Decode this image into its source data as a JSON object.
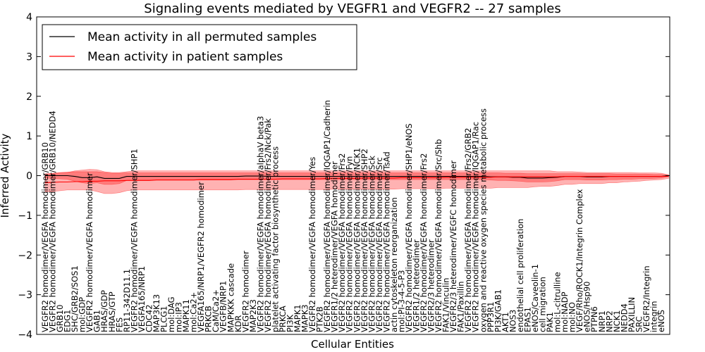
{
  "chart_data": {
    "type": "line",
    "title": "Signaling events mediated by VEGFR1 and VEGFR2 -- 27 samples",
    "xlabel": "Cellular Entities",
    "ylabel": "Inferred Activity",
    "ylim": [
      -4,
      4
    ],
    "yticks": [
      -4,
      -3,
      -2,
      -1,
      0,
      1,
      2,
      3,
      4
    ],
    "grid": false,
    "legend_position": "top-left",
    "legend": [
      {
        "label": "Mean activity in all permuted samples",
        "color": "#000000"
      },
      {
        "label": "Mean activity in patient samples",
        "color": "#ff0000"
      }
    ],
    "categories": [
      "VEGFR2 homodimer/VEGFA homodimer/GRB10",
      "VEGFR2 homodimer/VEGFA homodimer/GRB10/NEDD4",
      "GRB10",
      "EDG1",
      "SHC/GRB2/SOS1",
      "mol:GDP",
      "VEGFR2 homodimer/VEGFA homodimer",
      "GAB1",
      "HRAS/GDP",
      "HRAS/GTP",
      "FES",
      "RP11-342D11.1",
      "VEGFR2 homodimer/VEGFA homodimer/SHP1",
      "VEGFA165/NRP1",
      "CDC42",
      "MAP3K13",
      "PLCG1",
      "mol:DAG",
      "mol:IP3",
      "MAPK11",
      "mol:Ca2+",
      "VEGFA165/NRP1/VEGFR2 homodimer",
      "PRKCB",
      "CaM/Ca2+",
      "VEGFB/NRP1",
      "MAPKKK cascade",
      "KDR",
      "VEGFR2 homodimer",
      "MAP2K3",
      "VEGFR2 homodimer/VEGFA homodimer/alphaV beta3",
      "VEGFR2 homodimer/VEGFA homodimer/Frs2/Nck/Pak",
      "platelet activating factor biosynthetic process",
      "PRKCA",
      "PI3K",
      "MAPK1",
      "MAPK3",
      "VEGFR2 homodimer/VEGFA homodimer/Yes",
      "PTK2B",
      "VEGFR2 homodimer/VEGFA homodimer/IQGAP1/Cadherin",
      "VEGFR1/2 heterodimer/VEGFA homodimer",
      "VEGFR2 homodimer/VEGFA homodimer/Frs2",
      "VEGFR2 homodimer/VEGFA homodimer/Fyn",
      "VEGFR2 homodimer/VEGFA homodimer/NCK1",
      "VEGFR2 homodimer/VEGFA homodimer/SHP2",
      "VEGFR2 homodimer/VEGFA homodimer/Sck",
      "VEGFR2 homodimer/VEGFA homodimer/Src",
      "VEGFR2 homodimer/VEGFA homodimer/TsAd",
      "actin cytoskeleton reorganization",
      "mol:PI-3-4-5-P3",
      "VEGFR2 homodimer/VEGFA homodimer/SHP1/eNOS",
      "VEGFR1/2 heterodimer",
      "VEGFR2 homodimer/VEGFA homodimer/Frs2",
      "VEGFR2/3 heterodimer",
      "VEGFR2 homodimer/VEGFA homodimer/Src/Shb",
      "FAK1/Vinculin",
      "VEGFR2/3 heterodimer/VEGFC homodimer",
      "FAK1/Paxillin",
      "VEGFR2 homodimer/VEGFA homodimer/Frs2/GRB2",
      "VEGFR2 homodimer/VEGFA homodimer/IQGAP1/Rac",
      "oxygen and reactive oxygen species metabolic process",
      "PPP3R1",
      "PI3K/GAB1",
      "AKT1",
      "NOS3",
      "endothelial cell proliferation",
      "EPAS1",
      "eNOS/Caveolin-1",
      "cell migration",
      "PAK1",
      "mol:L-citrulline",
      "mol:NADP",
      "mol:NO",
      "VEGF/Rho/ROCK1/Integrin Complex",
      "eNOS/Hsp90",
      "PTPN6",
      "NRP1",
      "NRP2",
      "NCK1",
      "NEDD4",
      "PAXILLIN",
      "SRC",
      "VEGFR2/Integrin",
      "integrin",
      "eNOS"
    ],
    "series": [
      {
        "name": "Mean activity in all permuted samples",
        "color": "#000000",
        "values": [
          0.0,
          0.0,
          0.0,
          0.0,
          -0.02,
          -0.05,
          -0.05,
          -0.03,
          -0.07,
          -0.07,
          -0.07,
          -0.02,
          -0.02,
          -0.02,
          -0.02,
          -0.02,
          -0.02,
          -0.02,
          -0.02,
          -0.02,
          -0.02,
          -0.02,
          -0.02,
          -0.02,
          -0.02,
          -0.02,
          -0.02,
          -0.01,
          -0.01,
          -0.01,
          -0.02,
          -0.02,
          -0.02,
          -0.02,
          -0.02,
          -0.02,
          -0.02,
          -0.02,
          -0.02,
          -0.02,
          -0.02,
          -0.02,
          -0.02,
          -0.02,
          -0.02,
          -0.02,
          -0.02,
          -0.02,
          -0.02,
          -0.02,
          -0.02,
          -0.02,
          -0.02,
          -0.02,
          -0.02,
          -0.02,
          -0.02,
          -0.02,
          -0.02,
          -0.02,
          -0.03,
          -0.03,
          -0.03,
          -0.04,
          -0.04,
          -0.06,
          -0.06,
          -0.06,
          -0.05,
          -0.04,
          -0.02,
          -0.02,
          -0.02,
          -0.03,
          -0.03,
          -0.03,
          -0.02,
          -0.02,
          -0.02,
          -0.02,
          -0.02,
          -0.02,
          -0.02,
          -0.02,
          0.0
        ]
      },
      {
        "name": "Mean activity in patient samples",
        "color": "#ff0000",
        "values": [
          -0.18,
          -0.17,
          -0.16,
          -0.16,
          -0.15,
          -0.15,
          -0.14,
          -0.14,
          -0.13,
          -0.13,
          -0.13,
          -0.12,
          -0.12,
          -0.12,
          -0.12,
          -0.11,
          -0.11,
          -0.11,
          -0.11,
          -0.11,
          -0.11,
          -0.1,
          -0.1,
          -0.1,
          -0.1,
          -0.1,
          -0.09,
          -0.09,
          -0.09,
          -0.09,
          -0.09,
          -0.09,
          -0.08,
          -0.08,
          -0.08,
          -0.08,
          -0.08,
          -0.08,
          -0.07,
          -0.07,
          -0.07,
          -0.07,
          -0.07,
          -0.06,
          -0.06,
          -0.06,
          -0.06,
          -0.06,
          -0.05,
          -0.05,
          -0.05,
          -0.05,
          -0.05,
          -0.05,
          -0.04,
          -0.04,
          -0.04,
          -0.04,
          -0.04,
          -0.04,
          -0.04,
          -0.03,
          -0.03,
          -0.03,
          -0.03,
          -0.03,
          -0.03,
          -0.03,
          -0.03,
          -0.03,
          -0.02,
          -0.02,
          -0.02,
          -0.02,
          -0.02,
          -0.02,
          -0.02,
          -0.02,
          -0.02,
          -0.02,
          -0.02,
          -0.02,
          -0.02,
          -0.02,
          -0.02
        ]
      }
    ],
    "bands": [
      {
        "color": "#ff0000",
        "opacity": 0.3,
        "upper": [
          0.03,
          0.05,
          0.07,
          0.08,
          0.12,
          0.14,
          0.16,
          0.15,
          0.1,
          0.08,
          0.08,
          0.1,
          0.12,
          0.12,
          0.12,
          0.12,
          0.12,
          0.12,
          0.12,
          0.12,
          0.12,
          0.12,
          0.12,
          0.12,
          0.12,
          0.12,
          0.12,
          0.12,
          0.12,
          0.12,
          0.12,
          0.12,
          0.12,
          0.12,
          0.12,
          0.12,
          0.12,
          0.12,
          0.12,
          0.12,
          0.12,
          0.12,
          0.12,
          0.12,
          0.12,
          0.12,
          0.12,
          0.12,
          0.12,
          0.12,
          0.12,
          0.12,
          0.12,
          0.12,
          0.12,
          0.12,
          0.12,
          0.12,
          0.12,
          0.12,
          0.12,
          0.12,
          0.12,
          0.12,
          0.12,
          0.12,
          0.12,
          0.12,
          0.12,
          0.1,
          0.1,
          0.1,
          0.09,
          0.08,
          0.08,
          0.08,
          0.08,
          0.08,
          0.08,
          0.08,
          0.07,
          0.07,
          0.07,
          0.06,
          0.02
        ],
        "lower": [
          -0.4,
          -0.4,
          -0.38,
          -0.36,
          -0.36,
          -0.36,
          -0.36,
          -0.4,
          -0.45,
          -0.45,
          -0.43,
          -0.38,
          -0.36,
          -0.36,
          -0.36,
          -0.36,
          -0.36,
          -0.36,
          -0.36,
          -0.36,
          -0.36,
          -0.36,
          -0.36,
          -0.36,
          -0.36,
          -0.36,
          -0.36,
          -0.35,
          -0.35,
          -0.35,
          -0.35,
          -0.35,
          -0.35,
          -0.35,
          -0.35,
          -0.35,
          -0.35,
          -0.35,
          -0.35,
          -0.34,
          -0.34,
          -0.34,
          -0.34,
          -0.34,
          -0.34,
          -0.34,
          -0.34,
          -0.34,
          -0.33,
          -0.33,
          -0.33,
          -0.33,
          -0.33,
          -0.33,
          -0.32,
          -0.32,
          -0.32,
          -0.32,
          -0.32,
          -0.32,
          -0.32,
          -0.3,
          -0.3,
          -0.3,
          -0.3,
          -0.3,
          -0.28,
          -0.27,
          -0.27,
          -0.25,
          -0.22,
          -0.22,
          -0.2,
          -0.2,
          -0.2,
          -0.2,
          -0.18,
          -0.18,
          -0.16,
          -0.15,
          -0.14,
          -0.12,
          -0.11,
          -0.1,
          -0.07
        ]
      },
      {
        "color": "#ff0000",
        "opacity": 0.3,
        "upper": [
          0.05,
          0.06,
          0.08,
          0.09,
          0.1,
          0.1,
          0.1,
          0.1,
          0.08,
          0.06,
          0.06,
          0.07,
          0.07,
          0.07,
          0.07,
          0.07,
          0.07,
          0.07,
          0.07,
          0.07,
          0.07,
          0.07,
          0.07,
          0.07,
          0.07,
          0.07,
          0.07,
          0.07,
          0.07,
          0.07,
          0.07,
          0.07,
          0.07,
          0.07,
          0.07,
          0.07,
          0.07,
          0.07,
          0.07,
          0.07,
          0.07,
          0.07,
          0.07,
          0.07,
          0.07,
          0.07,
          0.07,
          0.07,
          0.07,
          0.07,
          0.07,
          0.07,
          0.07,
          0.07,
          0.07,
          0.07,
          0.07,
          0.07,
          0.07,
          0.07,
          0.07,
          0.07,
          0.06,
          0.06,
          0.06,
          0.05,
          0.05,
          0.05,
          0.05,
          0.05,
          0.05,
          0.05,
          0.05,
          0.05,
          0.05,
          0.05,
          0.05,
          0.04,
          0.04,
          0.04,
          0.04,
          0.04,
          0.03,
          0.03,
          0.01
        ],
        "lower": [
          -0.06,
          -0.07,
          -0.08,
          -0.09,
          -0.14,
          -0.18,
          -0.2,
          -0.18,
          -0.22,
          -0.22,
          -0.2,
          -0.12,
          -0.11,
          -0.11,
          -0.11,
          -0.11,
          -0.11,
          -0.11,
          -0.11,
          -0.11,
          -0.11,
          -0.11,
          -0.11,
          -0.11,
          -0.11,
          -0.11,
          -0.1,
          -0.1,
          -0.1,
          -0.1,
          -0.1,
          -0.1,
          -0.1,
          -0.1,
          -0.1,
          -0.1,
          -0.1,
          -0.1,
          -0.1,
          -0.1,
          -0.1,
          -0.1,
          -0.1,
          -0.1,
          -0.1,
          -0.1,
          -0.1,
          -0.1,
          -0.1,
          -0.1,
          -0.1,
          -0.1,
          -0.1,
          -0.1,
          -0.1,
          -0.1,
          -0.1,
          -0.1,
          -0.1,
          -0.1,
          -0.11,
          -0.12,
          -0.12,
          -0.13,
          -0.14,
          -0.16,
          -0.16,
          -0.16,
          -0.15,
          -0.13,
          -0.1,
          -0.1,
          -0.1,
          -0.11,
          -0.11,
          -0.11,
          -0.1,
          -0.1,
          -0.09,
          -0.09,
          -0.08,
          -0.08,
          -0.07,
          -0.06,
          -0.02
        ]
      }
    ]
  }
}
